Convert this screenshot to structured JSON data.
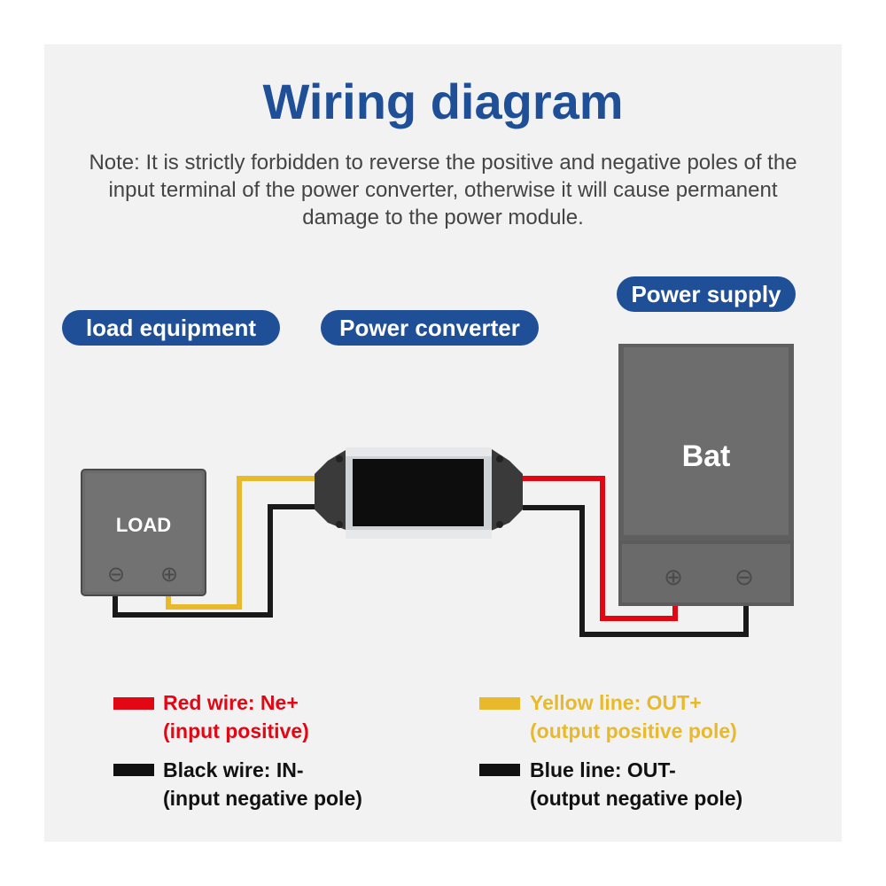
{
  "title": "Wiring diagram",
  "note": "Note: It is strictly forbidden to reverse the positive and negative poles of the input terminal of the power converter, otherwise it will cause permanent damage to the power module.",
  "labels": {
    "load_equipment": "load equipment",
    "power_converter": "Power converter",
    "power_supply": "Power supply"
  },
  "devices": {
    "load": {
      "text": "LOAD",
      "neg_symbol": "⊖",
      "pos_symbol": "⊕"
    },
    "battery": {
      "text": "Bat",
      "pos_symbol": "⊕",
      "neg_symbol": "⊖"
    }
  },
  "legend": {
    "red": {
      "line1": "Red wire: Ne+",
      "line2": "(input positive)",
      "color": "#e30613"
    },
    "yellow": {
      "line1": "Yellow line: OUT+",
      "line2": "(output positive pole)",
      "color": "#e8b92a"
    },
    "black": {
      "line1": "Black wire: IN-",
      "line2": "(input negative pole)",
      "color": "#111111"
    },
    "blue": {
      "line1": "Blue line: OUT-",
      "line2": "(output negative pole)",
      "color": "#111111"
    }
  },
  "colors": {
    "accent": "#1f4f97",
    "pill": "#1f4f97",
    "device_gray": "#6b6b6b",
    "wire_red": "#e30613",
    "wire_yellow": "#e8b92a",
    "wire_black": "#1a1a1a"
  }
}
